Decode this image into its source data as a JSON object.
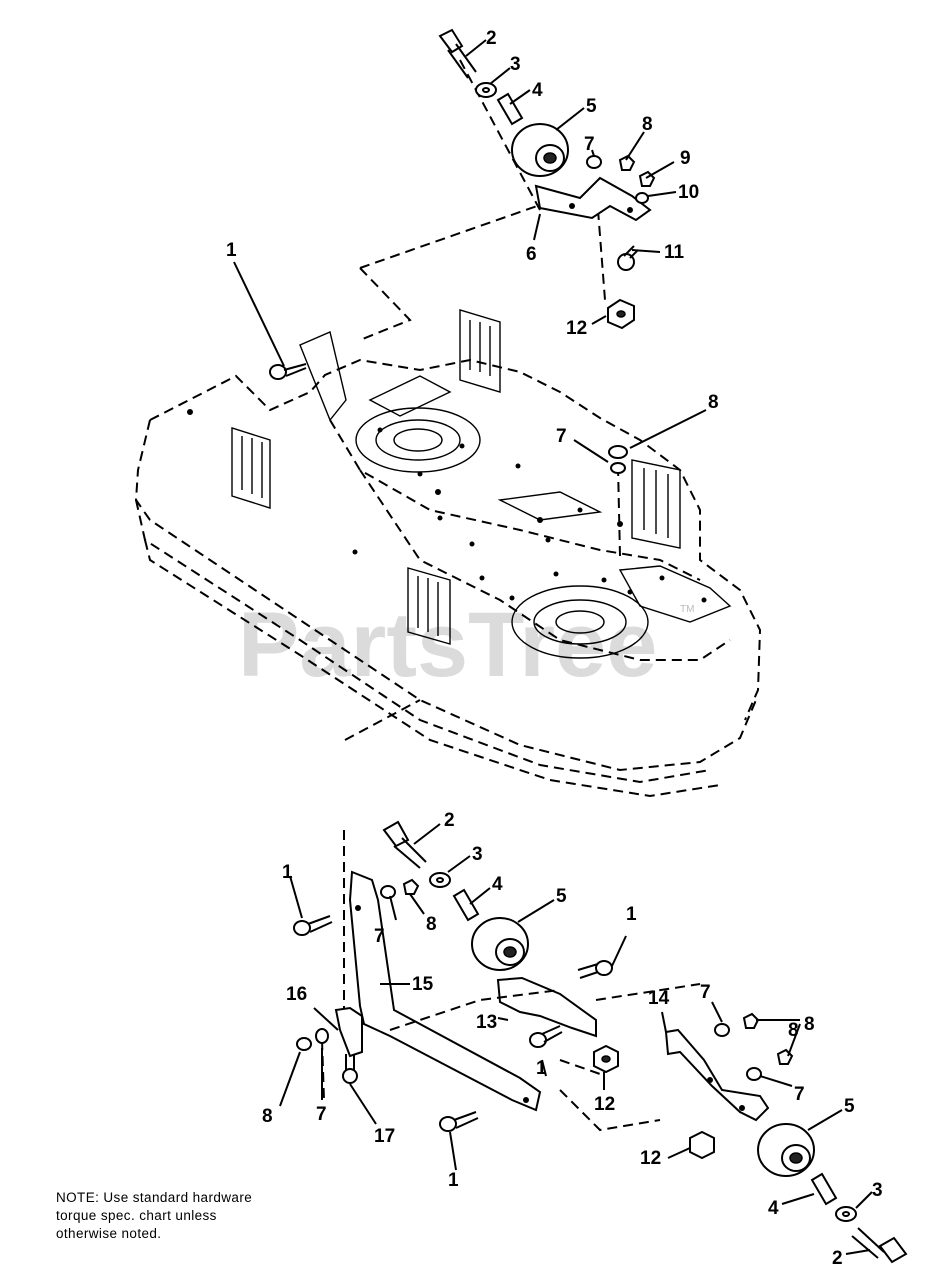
{
  "watermark": {
    "text": "PartsTree",
    "trademark": "TM"
  },
  "note": {
    "line1": "NOTE: Use standard hardware",
    "line2": "torque spec. chart unless",
    "line3": "otherwise noted."
  },
  "callouts": {
    "top": [
      "2",
      "3",
      "4",
      "5",
      "7",
      "8",
      "9",
      "10",
      "6",
      "11",
      "12",
      "1",
      "8",
      "7"
    ],
    "bottom_left": [
      "2",
      "3",
      "4",
      "1",
      "7",
      "8",
      "5",
      "16",
      "15",
      "13",
      "1",
      "8",
      "7",
      "17",
      "1",
      "12",
      "1"
    ],
    "bottom_right": [
      "14",
      "7",
      "8",
      "7",
      "8",
      "5",
      "12",
      "4",
      "3",
      "2"
    ]
  }
}
